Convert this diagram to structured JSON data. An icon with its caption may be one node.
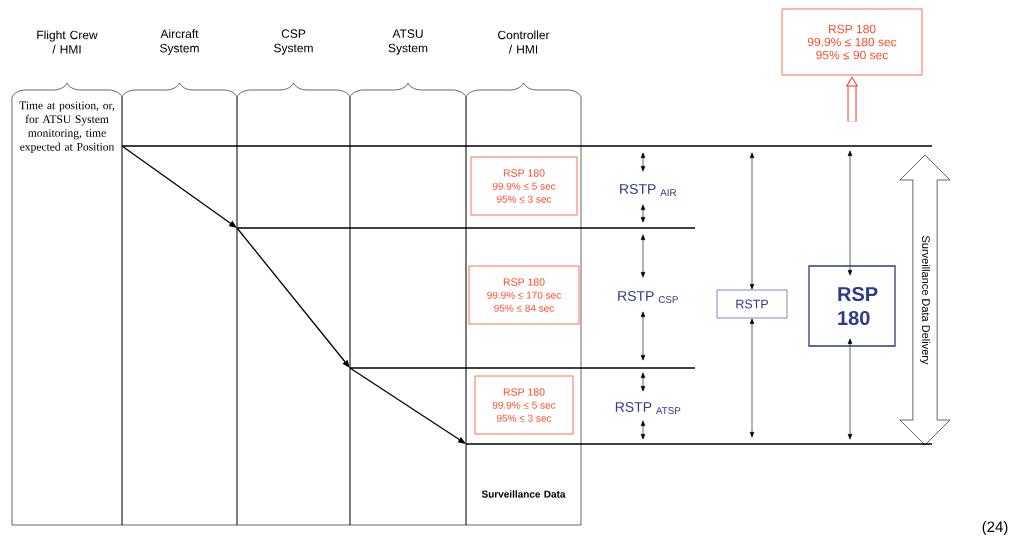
{
  "diagram": {
    "nodes": [
      {
        "text": [
          "Flight Crew / HMI",
          "Time at position, or, for ATSU System monitoring, time expected at Position"
        ]
      },
      {
        "text": [
          "Aircraft System"
        ]
      },
      {
        "text": [
          "CSP System"
        ]
      },
      {
        "text": [
          "ATSU System"
        ]
      },
      {
        "text": [
          "Controller / HMI",
          "Surveillance Data"
        ]
      },
      {
        "text": [
          "RSP 180",
          "99.9% ≤ 5 sec",
          "95% ≤ 3 sec"
        ],
        "in": 4
      },
      {
        "text": [
          "RSP 180",
          "99.9% ≤ 170 sec",
          "95% ≤ 84 sec"
        ],
        "in": 4
      },
      {
        "text": [
          "RSP 180",
          "99.9% ≤ 5 sec",
          "95% ≤ 3 sec"
        ],
        "in": 4
      },
      {
        "text": [
          "RSP 180",
          "99.9% ≤ 180 sec",
          "95% ≤ 90 sec"
        ]
      },
      {
        "text": [
          "RSTP"
        ]
      },
      {
        "text": [
          "RSP 180"
        ]
      },
      {
        "text": [
          "Surveillance Data Delivery"
        ]
      }
    ],
    "edges": [
      {
        "from": null,
        "to": 8,
        "arrow": "to",
        "color": "#ff3b1f"
      }
    ],
    "labels": [
      "RSTP $_{AIR}$",
      "RSTP $_{CSP}$",
      "RSTP $_{ATSP}$",
      "(24)"
    ]
  }
}
